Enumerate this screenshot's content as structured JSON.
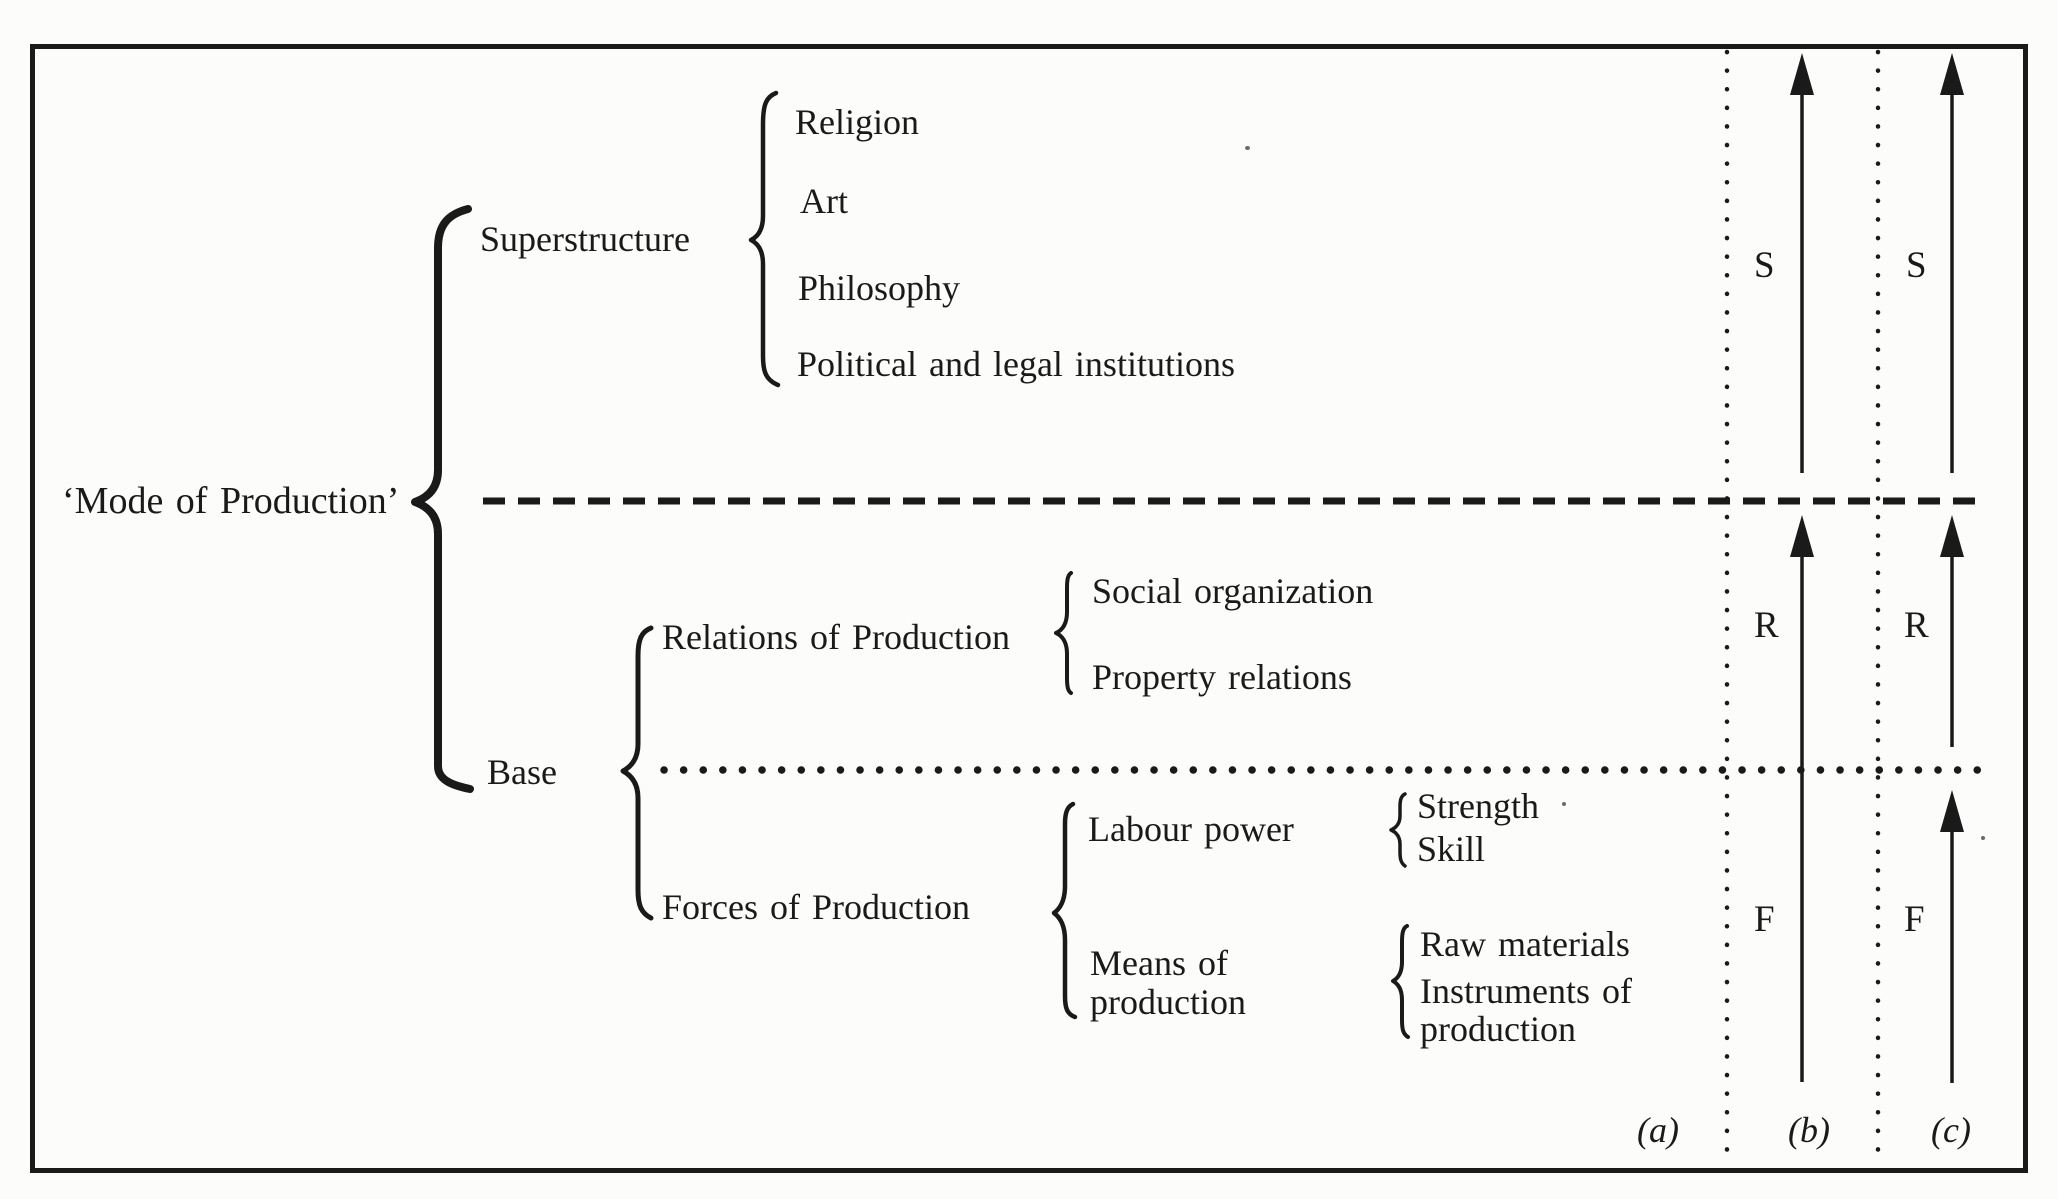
{
  "figure": {
    "title_label": "‘Mode of Production’",
    "superstructure": {
      "label": "Superstructure",
      "items": [
        "Religion",
        "Art",
        "Philosophy",
        "Political and legal institutions"
      ]
    },
    "base": {
      "label": "Base",
      "relations": {
        "label": "Relations of Production",
        "items": [
          "Social organization",
          "Property relations"
        ]
      },
      "forces": {
        "label": "Forces of Production",
        "labour_power": {
          "label": "Labour power",
          "items": [
            "Strength",
            "Skill"
          ]
        },
        "means_of_production": {
          "label": "Means of\nproduction",
          "items": [
            "Raw materials",
            "Instruments of\nproduction"
          ]
        }
      }
    },
    "columns": {
      "a_label": "(a)",
      "b_label": "(b)",
      "c_label": "(c)",
      "s_label": "S",
      "r_label": "R",
      "f_label": "F"
    },
    "colors": {
      "ink": "#1a1a1a",
      "paper": "#fcfcfa"
    }
  }
}
